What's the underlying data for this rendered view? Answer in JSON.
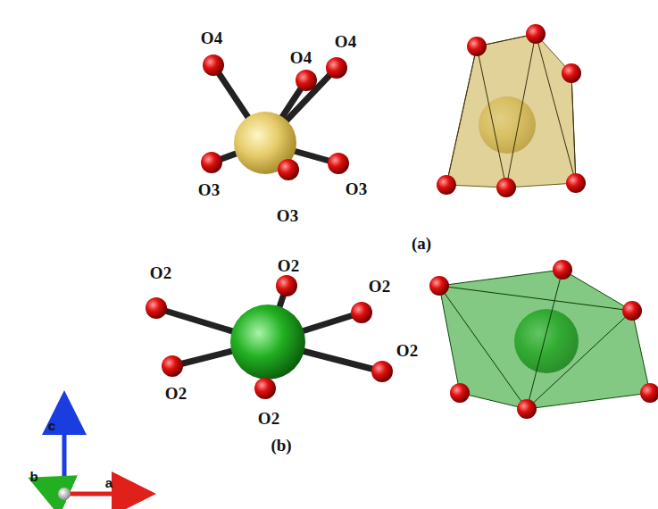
{
  "diagram": {
    "labels": [
      "O4",
      "O4",
      "O4",
      "O3",
      "O3",
      "O3",
      "(a)",
      "O2",
      "O2",
      "O2",
      "O2",
      "O2",
      "O2",
      "(b)",
      "c",
      "b",
      "a"
    ]
  }
}
